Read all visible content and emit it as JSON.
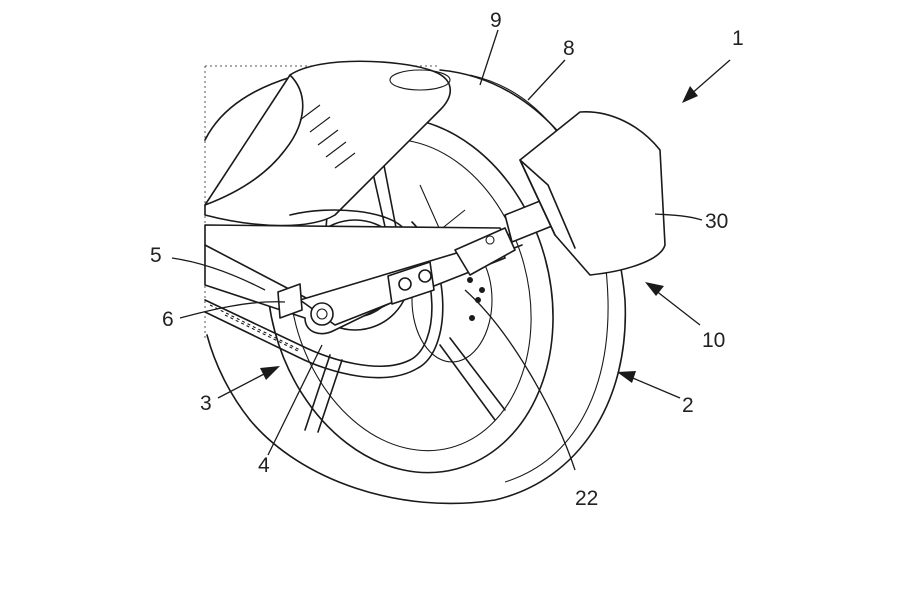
{
  "figure": {
    "reference_numerals": {
      "n1": "1",
      "n2": "2",
      "n3": "3",
      "n4": "4",
      "n5": "5",
      "n6": "6",
      "n8": "8",
      "n9": "9",
      "n10": "10",
      "n22": "22",
      "n30": "30"
    }
  }
}
